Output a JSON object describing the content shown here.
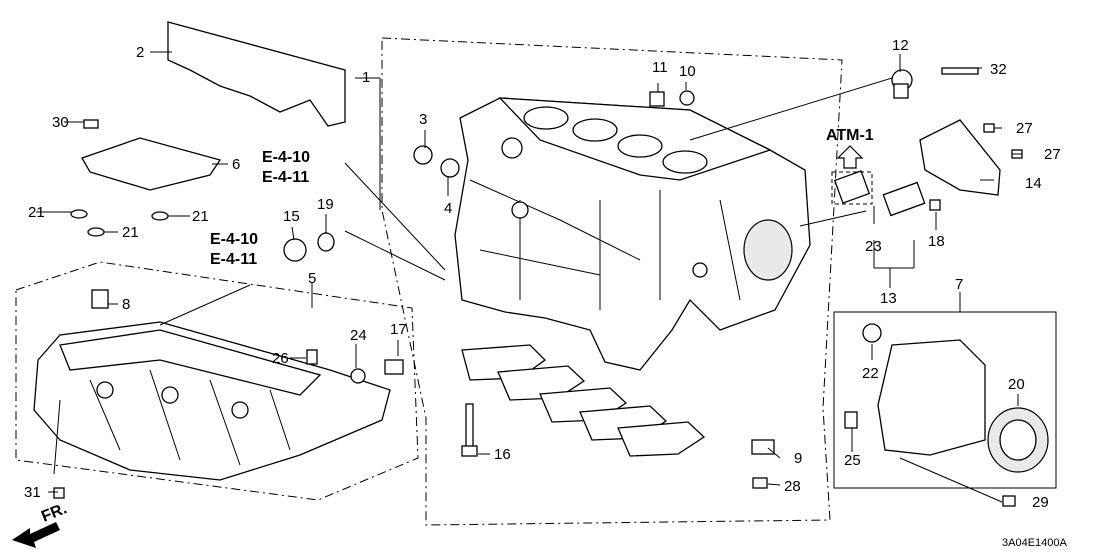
{
  "diagram": {
    "callouts": [
      "1",
      "2",
      "3",
      "4",
      "5",
      "6",
      "7",
      "8",
      "9",
      "10",
      "11",
      "12",
      "13",
      "14",
      "15",
      "16",
      "17",
      "18",
      "19",
      "20",
      "21",
      "21",
      "21",
      "22",
      "23",
      "24",
      "25",
      "26",
      "27",
      "27",
      "28",
      "29",
      "30",
      "31",
      "32"
    ],
    "references": {
      "ref_a_line1": "E-4-10",
      "ref_a_line2": "E-4-11",
      "ref_b_line1": "E-4-10",
      "ref_b_line2": "E-4-11",
      "atm": "ATM-1"
    },
    "front_arrow": "FR.",
    "diagram_code": "3A04E1400A"
  }
}
